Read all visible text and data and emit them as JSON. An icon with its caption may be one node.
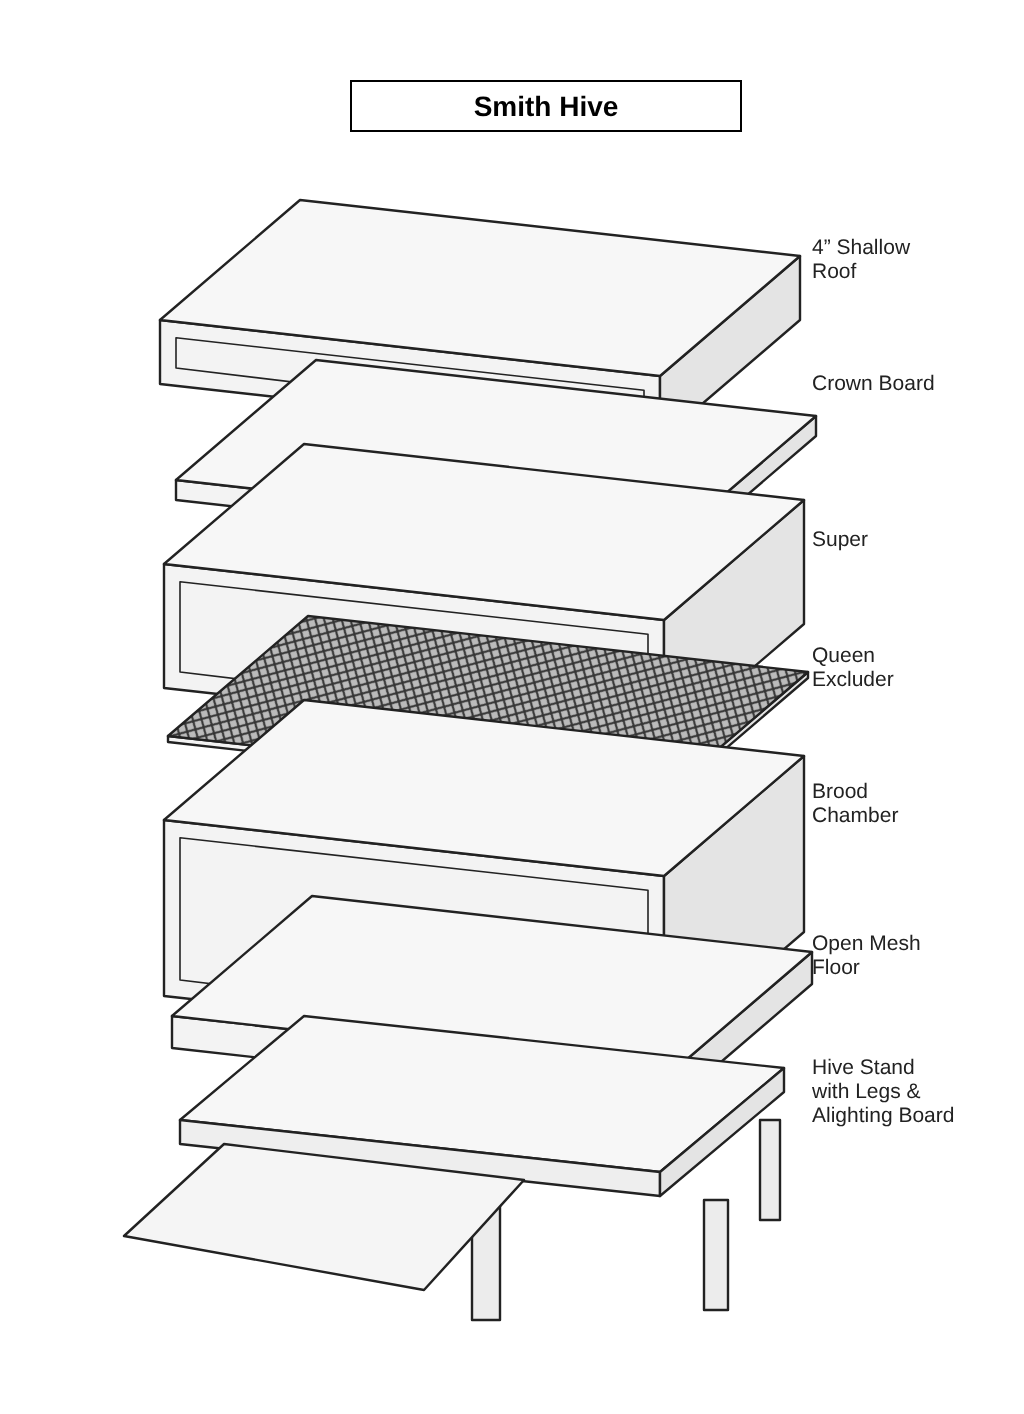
{
  "diagram": {
    "title": "Smith Hive",
    "labels": [
      "4” Shallow Roof",
      "Crown Board",
      "Super",
      "Queen Excluder",
      "Brood Chamber",
      "Open Mesh Floor",
      "Hive Stand with Legs & Alighting Board"
    ]
  }
}
